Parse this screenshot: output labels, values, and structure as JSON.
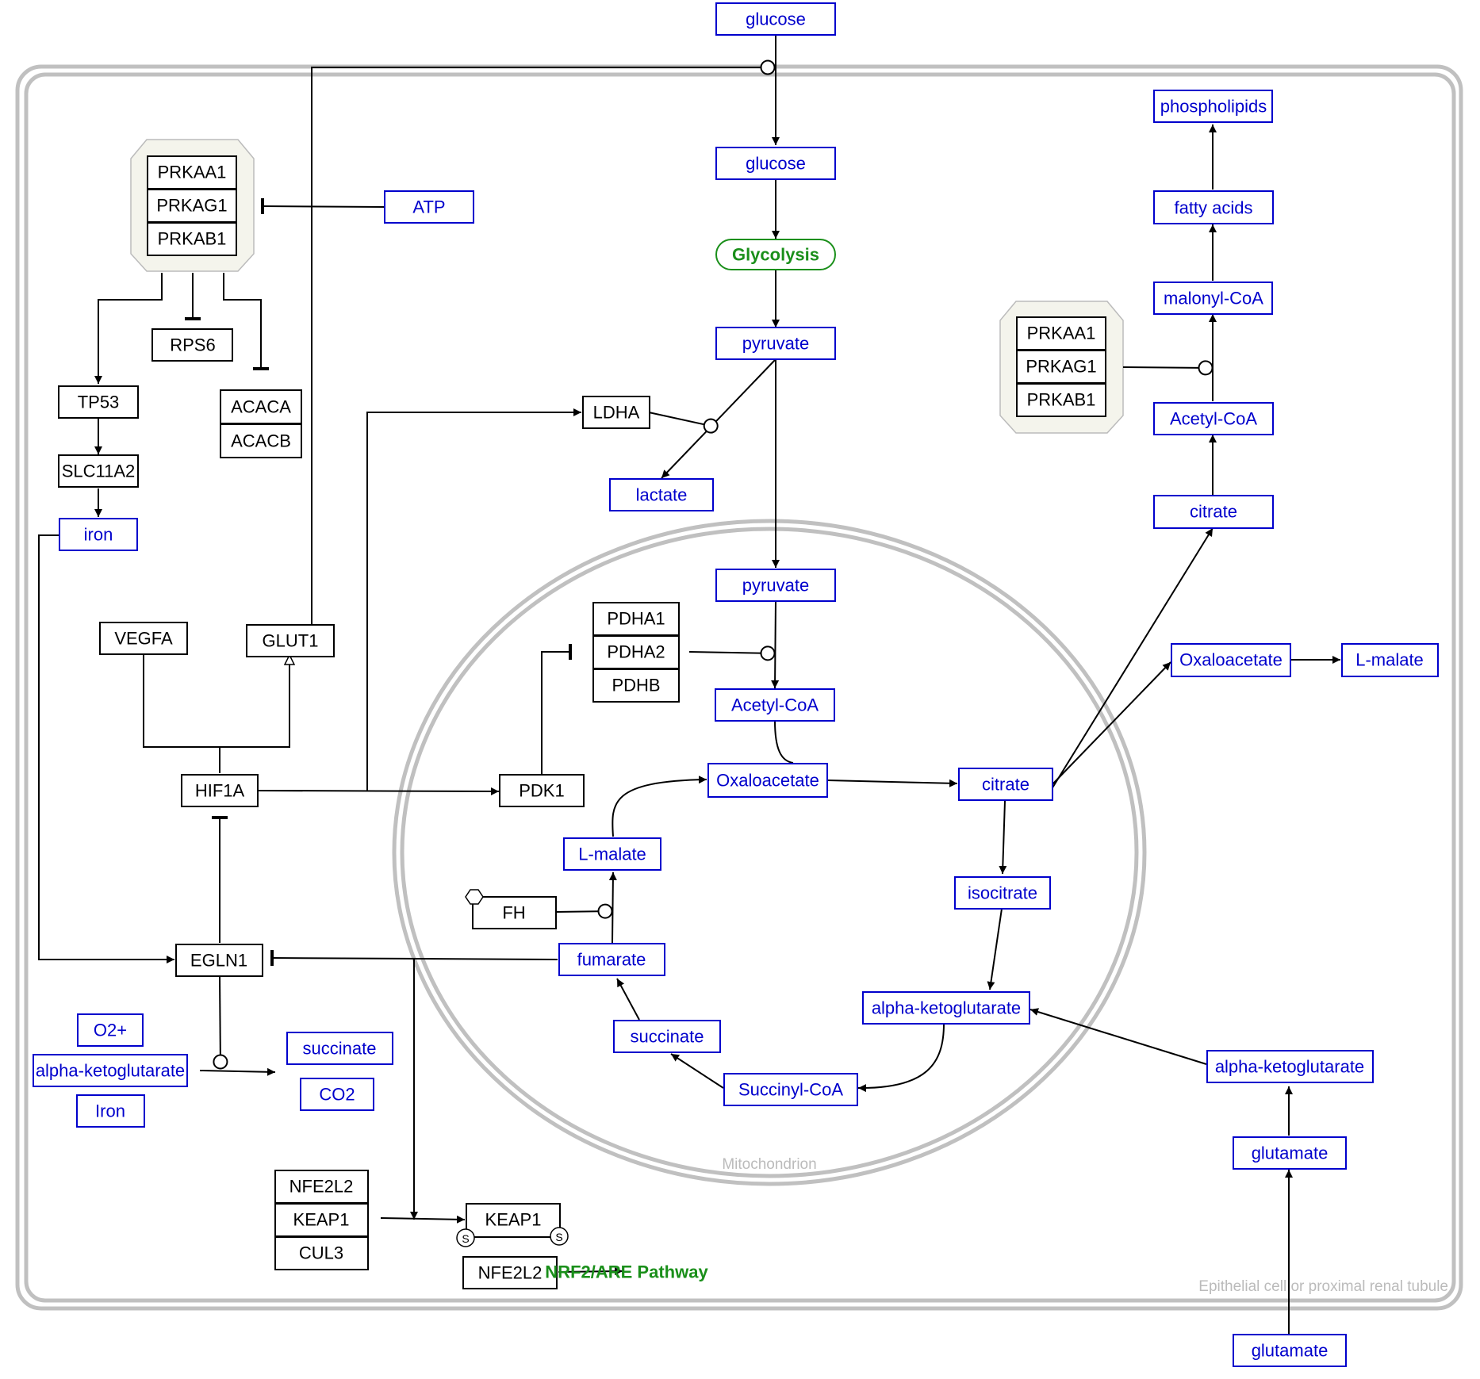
{
  "compartments": {
    "cell_label": "Epithelial cell or proximal renal tubule",
    "mitochondrion_label": "Mitochondrion"
  },
  "genes": {
    "prkaa1_left": "PRKAA1",
    "prkag1_left": "PRKAG1",
    "prkab1_left": "PRKAB1",
    "rps6": "RPS6",
    "tp53": "TP53",
    "slc11a2": "SLC11A2",
    "acaca": "ACACA",
    "acacb": "ACACB",
    "vegfa": "VEGFA",
    "glut1": "GLUT1",
    "hif1a": "HIF1A",
    "egln1": "EGLN1",
    "ldha": "LDHA",
    "pdk1": "PDK1",
    "pdha1": "PDHA1",
    "pdha2": "PDHA2",
    "pdhb": "PDHB",
    "fh": "FH",
    "prkaa1_right": "PRKAA1",
    "prkag1_right": "PRKAG1",
    "prkab1_right": "PRKAB1",
    "nfe2l2_complex": "NFE2L2",
    "keap1_complex": "KEAP1",
    "cul3": "CUL3",
    "keap1": "KEAP1",
    "nfe2l2": "NFE2L2",
    "sumo_mark": "S"
  },
  "metabolites": {
    "glucose_ext": "glucose",
    "glucose": "glucose",
    "atp": "ATP",
    "pyruvate_cyto": "pyruvate",
    "lactate": "lactate",
    "pyruvate_mito": "pyruvate",
    "acetyl_coa_mito": "Acetyl-CoA",
    "oxaloacetate_mito": "Oxaloacetate",
    "citrate_mito": "citrate",
    "isocitrate": "isocitrate",
    "akg_mito": "alpha-ketoglutarate",
    "succinyl_coa": "Succinyl-CoA",
    "succinate_mito": "succinate",
    "fumarate": "fumarate",
    "l_malate_mito": "L-malate",
    "iron": "iron",
    "o2": "O2+",
    "akg_left": "alpha-ketoglutarate",
    "iron_upper": "Iron",
    "succinate_left": "succinate",
    "co2": "CO2",
    "phospholipids": "phospholipids",
    "fatty_acids": "fatty acids",
    "malonyl_coa": "malonyl-CoA",
    "acetyl_coa_cyto": "Acetyl-CoA",
    "citrate_cyto": "citrate",
    "oxaloacetate_cyto": "Oxaloacetate",
    "l_malate_cyto": "L-malate",
    "akg_right": "alpha-ketoglutarate",
    "glutamate_in": "glutamate",
    "glutamate_ext": "glutamate"
  },
  "pathways": {
    "glycolysis": "Glycolysis",
    "nrf2": "NRF2/ARE Pathway"
  },
  "colors": {
    "gene_border": "#000000",
    "metabolite": "#0000cc",
    "pathway": "#1a8f1a",
    "compartment": "#c0c0c0",
    "complex_fill": "#f4f4ec"
  }
}
